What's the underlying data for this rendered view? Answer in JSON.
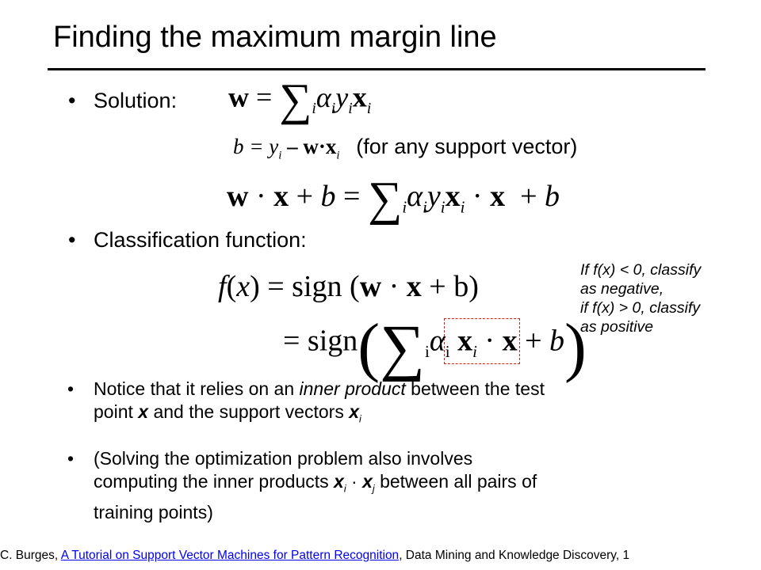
{
  "title": "Finding the maximum margin line",
  "bullets": {
    "solution_label": "Solution:",
    "b_expr_b": "b = y",
    "b_expr_i": "i",
    "b_expr_rest": " – w·x",
    "b_expr_i2": "i",
    "any_support": "(for any support vector)",
    "classification_label": "Classification function:"
  },
  "note_lines": [
    "If f(x) < 0, classify",
    "as negative,",
    "if f(x) > 0, classify",
    "as positive"
  ],
  "notice": {
    "part1": "Notice that it relies on an ",
    "emph": "inner product",
    "part2": " between the test",
    "part3": "point ",
    "x": "x",
    "part4": " and the support vectors ",
    "xi": "x",
    "xi_sub": "i"
  },
  "solving": {
    "line1": "(Solving the optimization problem also involves",
    "line2a": "computing the inner products ",
    "xi": "x",
    "xi_sub": "i",
    "dot": " · ",
    "xj": "x",
    "xj_sub": "j",
    "line2b": " between all pairs of",
    "line3": "training points)"
  },
  "footer": {
    "prefix": "C. Burges, ",
    "link_text": "A Tutorial on Support Vector Machines for Pattern Recognition",
    "suffix": ",  Data Mining and Knowledge Discovery, 1"
  },
  "colors": {
    "link": "#0000ee",
    "highlight_box": "#d11f1f"
  }
}
